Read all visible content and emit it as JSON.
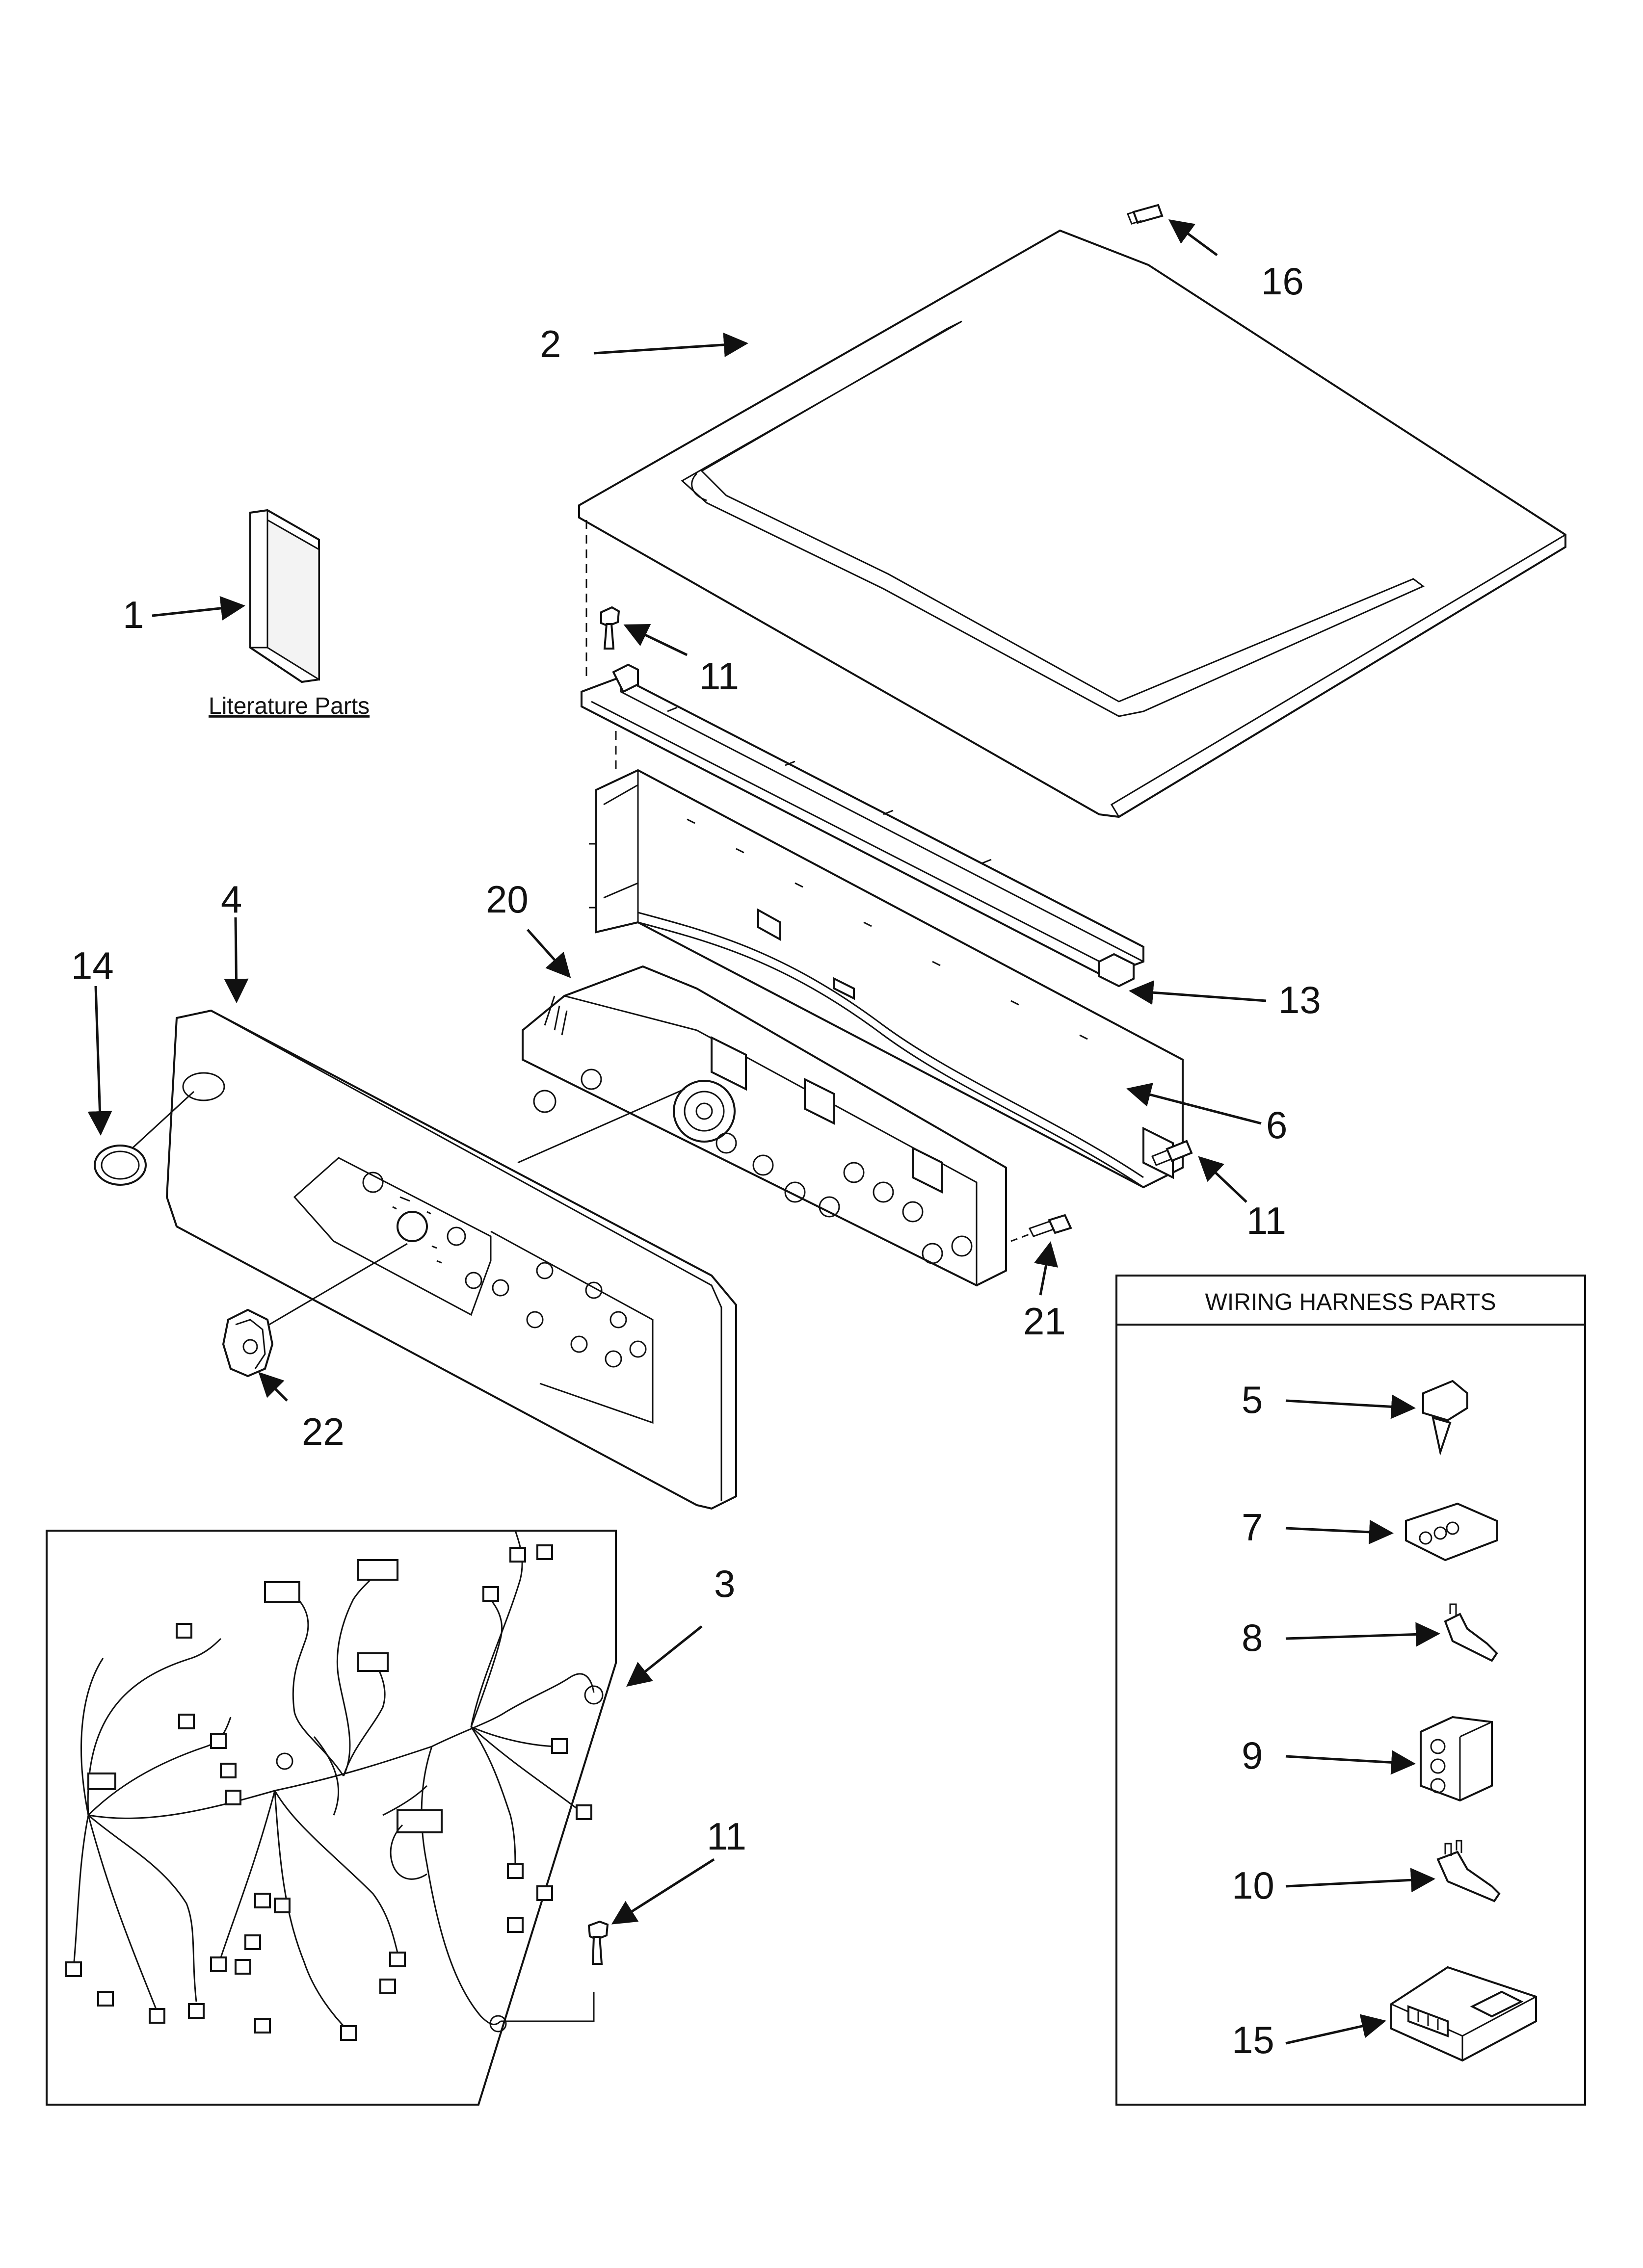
{
  "labels": {
    "lit_parts": "Literature Parts",
    "harness_title": "WIRING HARNESS PARTS"
  },
  "callouts": {
    "p1": "1",
    "p2": "2",
    "p3": "3",
    "p4": "4",
    "p5": "5",
    "p6": "6",
    "p7": "7",
    "p8": "8",
    "p9": "9",
    "p10": "10",
    "p11a": "11",
    "p11b": "11",
    "p11c": "11",
    "p13": "13",
    "p14": "14",
    "p15": "15",
    "p16": "16",
    "p20": "20",
    "p21": "21",
    "p22": "22"
  }
}
